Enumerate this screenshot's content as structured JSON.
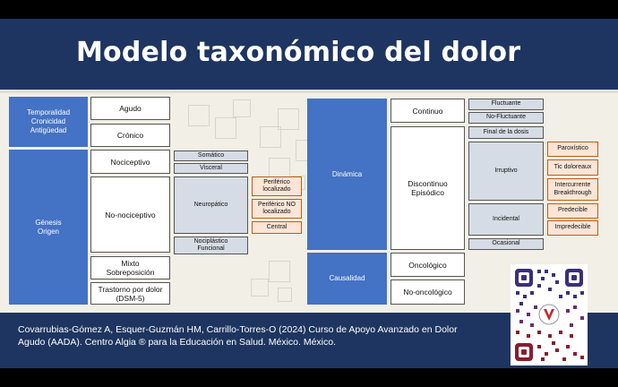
{
  "slide": {
    "title": "Modelo taxonómico del dolor",
    "citation": "Covarrubias-Gómez A, Esquer-Guzmán HM, Carrillo-Torres-O (2024) Curso de Apoyo Avanzado en Dolor Agudo (AADA). Centro Algia ® para la Educación en Salud. México. México."
  },
  "left": {
    "temporal": "Temporalidad\nCronicidad\nAntigüedad",
    "agudo": "Agudo",
    "cronico": "Crónico",
    "genesis": "Génesis\nOrigen",
    "nociceptivo": "Nociceptivo",
    "somatico": "Somático",
    "visceral": "Visceral",
    "no_nociceptivo": "No-nociceptivo",
    "neuropatico": "Neuropático",
    "periferico_localizado": "Periférico\nlocalizado",
    "periferico_no_localizado": "Periférico NO\nlocalizado",
    "central": "Central",
    "nociplastico": "Nociplástico\nFuncional",
    "mixto": "Mixto\nSobreposición",
    "trastorno": "Trastorno por dolor\n(DSM-5)"
  },
  "right": {
    "dinamica": "Dinámica",
    "continuo": "Continuo",
    "fluctuante": "Fluctuante",
    "no_fluctuante": "No-Fluctuante",
    "final_dosis": "Final de la dosis",
    "discontinuo": "Discontinuo\nEpisódico",
    "irruptivo": "Irruptivo",
    "paroxistico": "Paroxístico",
    "tic": "Tic doloreaux",
    "intercurrente": "Intercurrente\nBreakthrough",
    "incidental": "Incidental",
    "predecible": "Predecible",
    "impredecible": "Impredecible",
    "ocasional": "Ocasional",
    "causalidad": "Causalidad",
    "oncologico": "Oncológico",
    "no_oncologico": "No-oncológico"
  },
  "colors": {
    "navy": "#1e3561",
    "blue": "#4472c4",
    "gray": "#d6dce5",
    "peach": "#fbe5d6",
    "background": "#f1efe6"
  }
}
